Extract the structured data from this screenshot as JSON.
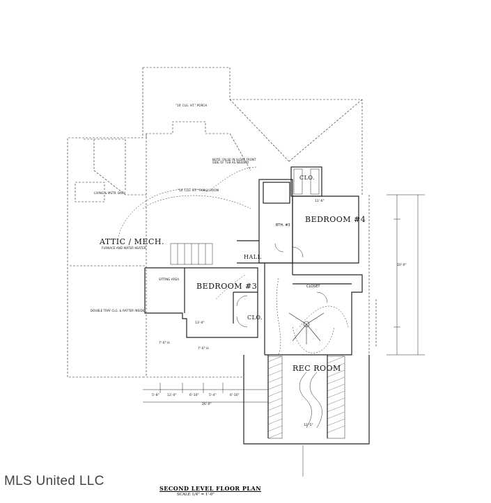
{
  "plan": {
    "title": "SECOND LEVEL FLOOR PLAN",
    "scale": "SCALE 1/4\" = 1'-0\"",
    "watermark": "MLS United LLC"
  },
  "rooms": {
    "attic": "ATTIC / MECH.",
    "attic_note": "FURNACE AND WATER HEATER",
    "bedroom4": "BEDROOM #4",
    "bedroom3": "BEDROOM #3",
    "rec_room": "REC ROOM",
    "hall": "HALL",
    "bath": "BTH. #3",
    "clo_top": "CLO.",
    "clo_mid": "CLO.",
    "closet": "CLOSET",
    "sitting": "SITTING AREA",
    "porch": "\"10' CLG. HT.\" PORCH",
    "family_room": "\"10' CLG. HT.\" FAMILY ROOM",
    "note": "NOTE: FALSE IN SLOPE FRONT SIDE OF TUB AS NEEDED",
    "garage_note": "DOUBLE TRAY CLG. & RAFTER INSIDE",
    "living_note": "LIVING & MSTR. BATH"
  },
  "dims": {
    "d1": "11'-6\"",
    "d2": "13'-4\"",
    "d3": "5'-8\"",
    "d4": "12'-0\"",
    "d5": "6'-10\"",
    "d6": "5'-4\"",
    "d7": "6'-10\"",
    "d8": "26'-0\"",
    "d9": "10'-0\"",
    "d10": "12'-5\"",
    "d11": "7'-0\" H.",
    "d12": "7'-0\" H."
  }
}
